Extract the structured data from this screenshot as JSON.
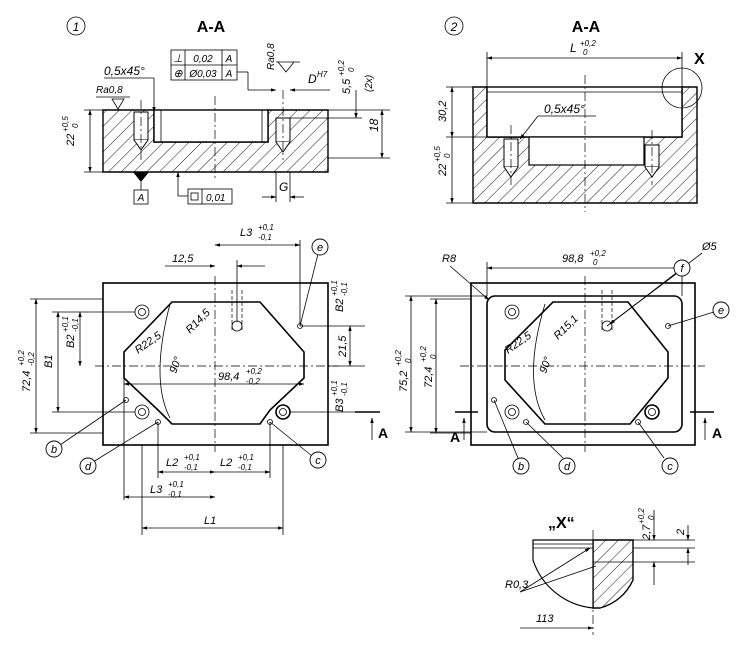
{
  "views": {
    "v1_number": "1",
    "v2_number": "2",
    "section_label": "A-A",
    "detail_marker": "X",
    "detail_title": "„X“",
    "section_arrow": "A"
  },
  "view1": {
    "chamfer": "0,5x45°",
    "roughness_left": "Ra0,8",
    "roughness_top": "Ra0,8",
    "tol_perp": "0,02",
    "tol_pos": "Ø0,03",
    "tol_ref": "A",
    "bore": "D",
    "bore_fit": "H7",
    "depth_dim": "5,5",
    "depth_tol": "+0,2",
    "depth_tol_low": "0",
    "count": "(2x)",
    "height_dim": "22",
    "height_tol_up": "+0,5",
    "height_tol_low": "0",
    "thickness": "18",
    "datum": "A",
    "flatness": "0,01",
    "g_dim": "G"
  },
  "view2": {
    "length": "L",
    "length_tol_up": "+0,2",
    "length_tol_low": "0",
    "depth": "30,2",
    "chamfer": "0,5x45°",
    "height": "22",
    "height_tol_up": "+0,5",
    "height_tol_low": "0"
  },
  "plan1": {
    "l3": "L3",
    "l3_tol_up": "+0,1",
    "l3_tol_low": "-0,1",
    "d125": "12,5",
    "b2": "B2",
    "b2_tol_up": "+0,1",
    "b2_tol_low": "-0,1",
    "b1": "B1",
    "w724": "72,4",
    "w724_tol_up": "+0,2",
    "w724_tol_low": "-0,2",
    "r145": "R14,5",
    "r225": "R22,5",
    "ang": "90°",
    "w984": "98,4",
    "w984_tol_up": "+0,2",
    "w984_tol_low": "-0,2",
    "d215": "21,5",
    "b3": "B3",
    "l2": "L2",
    "l1": "L1",
    "marks": [
      "b",
      "d",
      "c",
      "e"
    ]
  },
  "plan2": {
    "r8": "R8",
    "w988": "98,8",
    "w988_tol_up": "+0,2",
    "w988_tol_low": "0",
    "d5": "Ø5",
    "r151": "R15,1",
    "r225": "R22,5",
    "ang": "90°",
    "h752": "75,2",
    "h752_tol_up": "+0,2",
    "h752_tol_low": "0",
    "h724": "72,4",
    "h724_tol_up": "+0,2",
    "h724_tol_low": "0",
    "marks": [
      "b",
      "d",
      "c",
      "e",
      "f"
    ]
  },
  "detail": {
    "h27": "2,7",
    "h27_tol_up": "+0,2",
    "h27_tol_low": "0",
    "h2": "2",
    "r03": "R0,3",
    "d113": "113"
  }
}
